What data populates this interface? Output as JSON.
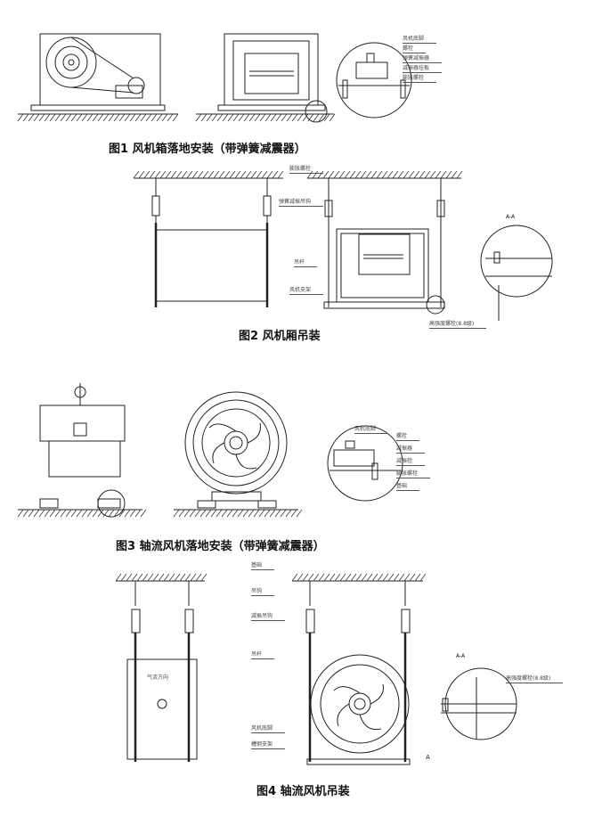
{
  "figures": [
    {
      "caption": "图1  风机箱落地安装（带弹簧减震器）",
      "labels": [
        "风机底脚",
        "螺栓",
        "弹簧减振器",
        "减振器挂板",
        "膨胀螺栓"
      ]
    },
    {
      "caption": "图2  风机厢吊装",
      "labels": [
        "膨胀螺栓",
        "弹簧减振吊钩",
        "吊杆",
        "风机支架",
        "高强度螺栓(8.8级)",
        "A-A"
      ]
    },
    {
      "caption": "图3  轴流风机落地安装（带弹簧减震器）",
      "labels": [
        "风机底脚",
        "螺栓",
        "减振器",
        "减振栓",
        "膨胀螺栓",
        "基础"
      ]
    },
    {
      "caption": "图4  轴流风机吊装",
      "labels": [
        "基础",
        "吊钩",
        "减振吊钩",
        "吊杆",
        "风机底脚",
        "槽钢支架",
        "气流方向",
        "A-A",
        "高强度螺栓(8.8级)",
        "A"
      ]
    }
  ]
}
